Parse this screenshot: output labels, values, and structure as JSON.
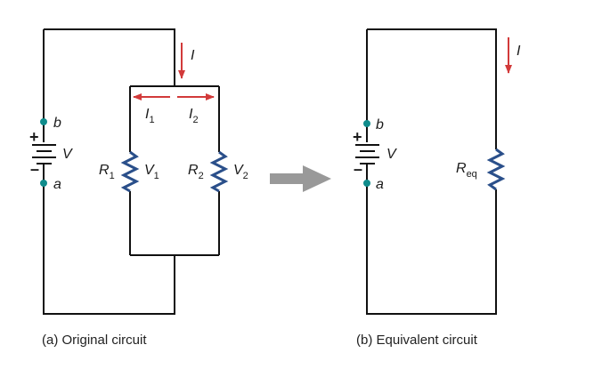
{
  "colors": {
    "wire": "#111111",
    "resistor": "#2a4f8a",
    "current_arrow": "#d23a3a",
    "node_dot": "#0f8c8c",
    "transform_arrow": "#999999"
  },
  "circuit_a": {
    "caption": "(a) Original circuit",
    "battery": {
      "label": "V",
      "plus": "+",
      "minus": "–"
    },
    "nodes": {
      "b": "b",
      "a": "a"
    },
    "current": {
      "label": "I"
    },
    "branch_currents": [
      {
        "label": "I",
        "sub": "1"
      },
      {
        "label": "I",
        "sub": "2"
      }
    ],
    "resistors": [
      {
        "name": "R",
        "sub": "1",
        "voltage": "V",
        "voltage_sub": "1"
      },
      {
        "name": "R",
        "sub": "2",
        "voltage": "V",
        "voltage_sub": "2"
      }
    ]
  },
  "circuit_b": {
    "caption": "(b) Equivalent circuit",
    "battery": {
      "label": "V",
      "plus": "+",
      "minus": "–"
    },
    "nodes": {
      "b": "b",
      "a": "a"
    },
    "current": {
      "label": "I"
    },
    "resistor": {
      "name": "R",
      "sub": "eq"
    }
  }
}
